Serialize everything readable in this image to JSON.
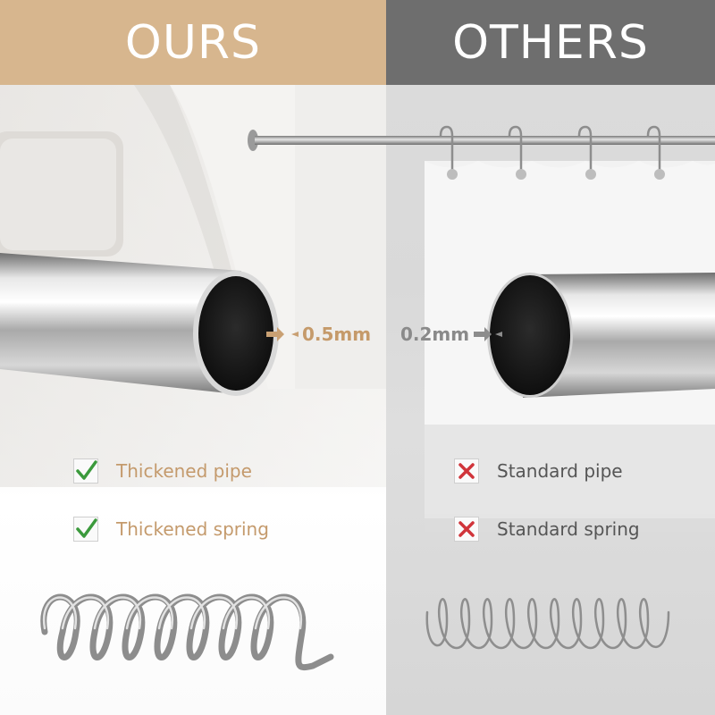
{
  "left": {
    "title": "OURS",
    "thickness_label": "0.5mm",
    "features": [
      "Thickened pipe",
      "Thickened spring"
    ],
    "feature_icon": "checkmark-icon",
    "accent_color": "#d7b68e"
  },
  "right": {
    "title": "OTHERS",
    "thickness_label": "0.2mm",
    "features": [
      "Standard pipe",
      "Standard spring"
    ],
    "feature_icon": "cross-icon",
    "accent_color": "#6e6e6e"
  }
}
